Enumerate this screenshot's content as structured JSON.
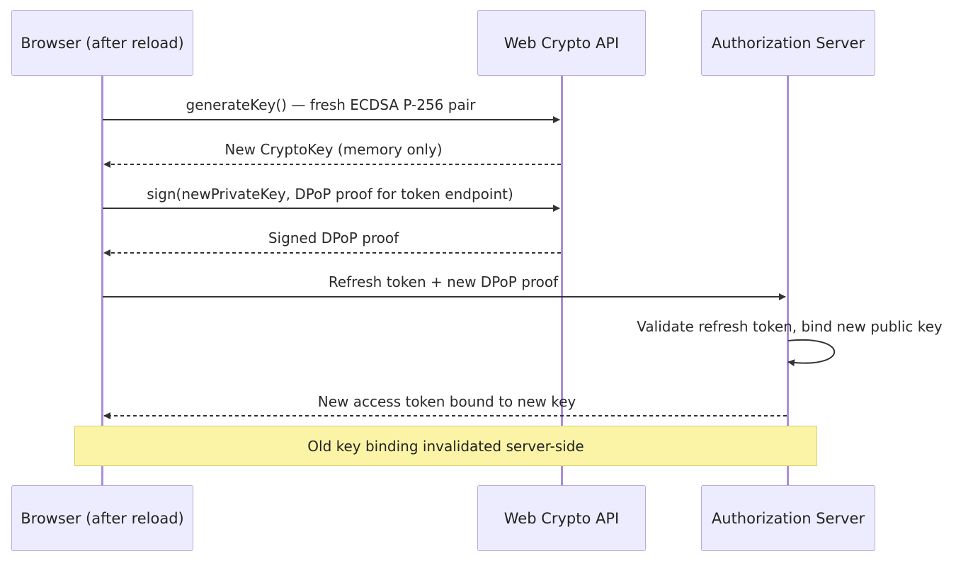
{
  "participants": [
    {
      "id": "browser",
      "label": "Browser (after reload)"
    },
    {
      "id": "webcrypto",
      "label": "Web Crypto API"
    },
    {
      "id": "authserver",
      "label": "Authorization Server"
    }
  ],
  "messages": [
    {
      "from": "browser",
      "to": "webcrypto",
      "style": "solid",
      "label": "generateKey() — fresh ECDSA P-256 pair"
    },
    {
      "from": "webcrypto",
      "to": "browser",
      "style": "dashed",
      "label": "New CryptoKey (memory only)"
    },
    {
      "from": "browser",
      "to": "webcrypto",
      "style": "solid",
      "label": "sign(newPrivateKey, DPoP proof for token endpoint)"
    },
    {
      "from": "webcrypto",
      "to": "browser",
      "style": "dashed",
      "label": "Signed DPoP proof"
    },
    {
      "from": "browser",
      "to": "authserver",
      "style": "solid",
      "label": "Refresh token + new DPoP proof"
    },
    {
      "from": "authserver",
      "to": "authserver",
      "style": "solid",
      "label": "Validate refresh token, bind new public key"
    },
    {
      "from": "authserver",
      "to": "browser",
      "style": "dashed",
      "label": "New access token bound to new key"
    }
  ],
  "note": {
    "text": "Old key binding invalidated server-side",
    "over": [
      "browser",
      "authserver"
    ]
  },
  "colors": {
    "actor_fill": "#ececfe",
    "actor_border": "#b8a8dc",
    "lifeline": "#a98fd8",
    "arrow": "#333333",
    "note_fill": "#fbf4a6",
    "note_border": "#d9cf6e"
  }
}
